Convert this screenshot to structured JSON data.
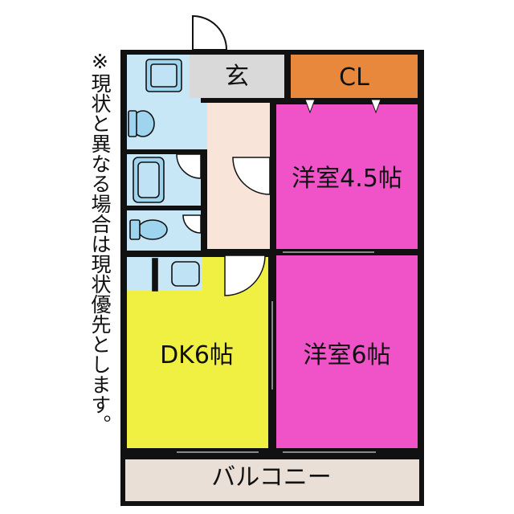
{
  "note": "※現状と異なる場合は現状優先とします。",
  "rooms": {
    "entrance": "玄",
    "closet": "CL",
    "western_room_small": "洋室4.5帖",
    "dk": "DK6帖",
    "western_room_large": "洋室6帖",
    "balcony": "バルコニー"
  },
  "colors": {
    "western_room": "#f053c8",
    "dk": "#f0f043",
    "closet": "#e8883c",
    "entrance": "#d9d9d9",
    "hall": "#f8e4d8",
    "wet_area": "#c7e6f6",
    "balcony": "#eadfd6",
    "wall": "#111111"
  }
}
